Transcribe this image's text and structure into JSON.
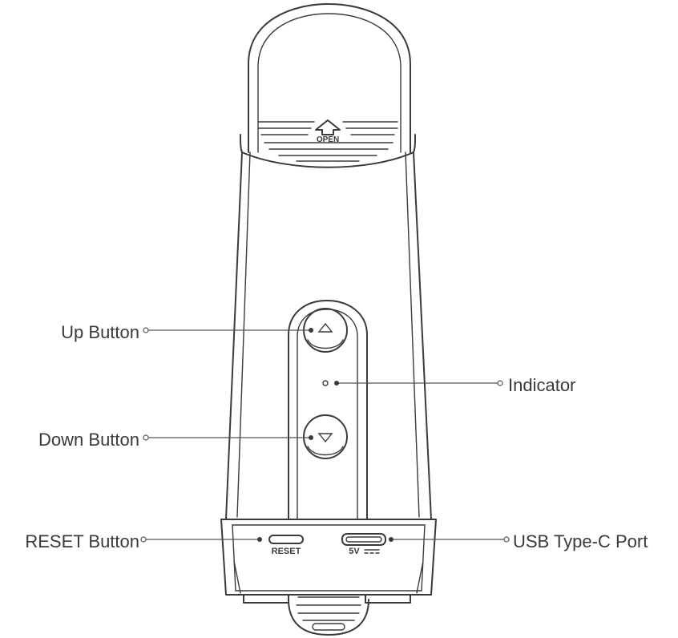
{
  "device": {
    "clip_text": "OPEN",
    "reset_text": "RESET",
    "power_text": "5V"
  },
  "callouts": {
    "up_button": "Up Button",
    "down_button": "Down Button",
    "indicator": "Indicator",
    "reset_button": "RESET Button",
    "usb_port": "USB Type-C Port"
  },
  "colors": {
    "line": "#3a3a3a",
    "label": "#3a3a3a",
    "background": "#ffffff"
  }
}
